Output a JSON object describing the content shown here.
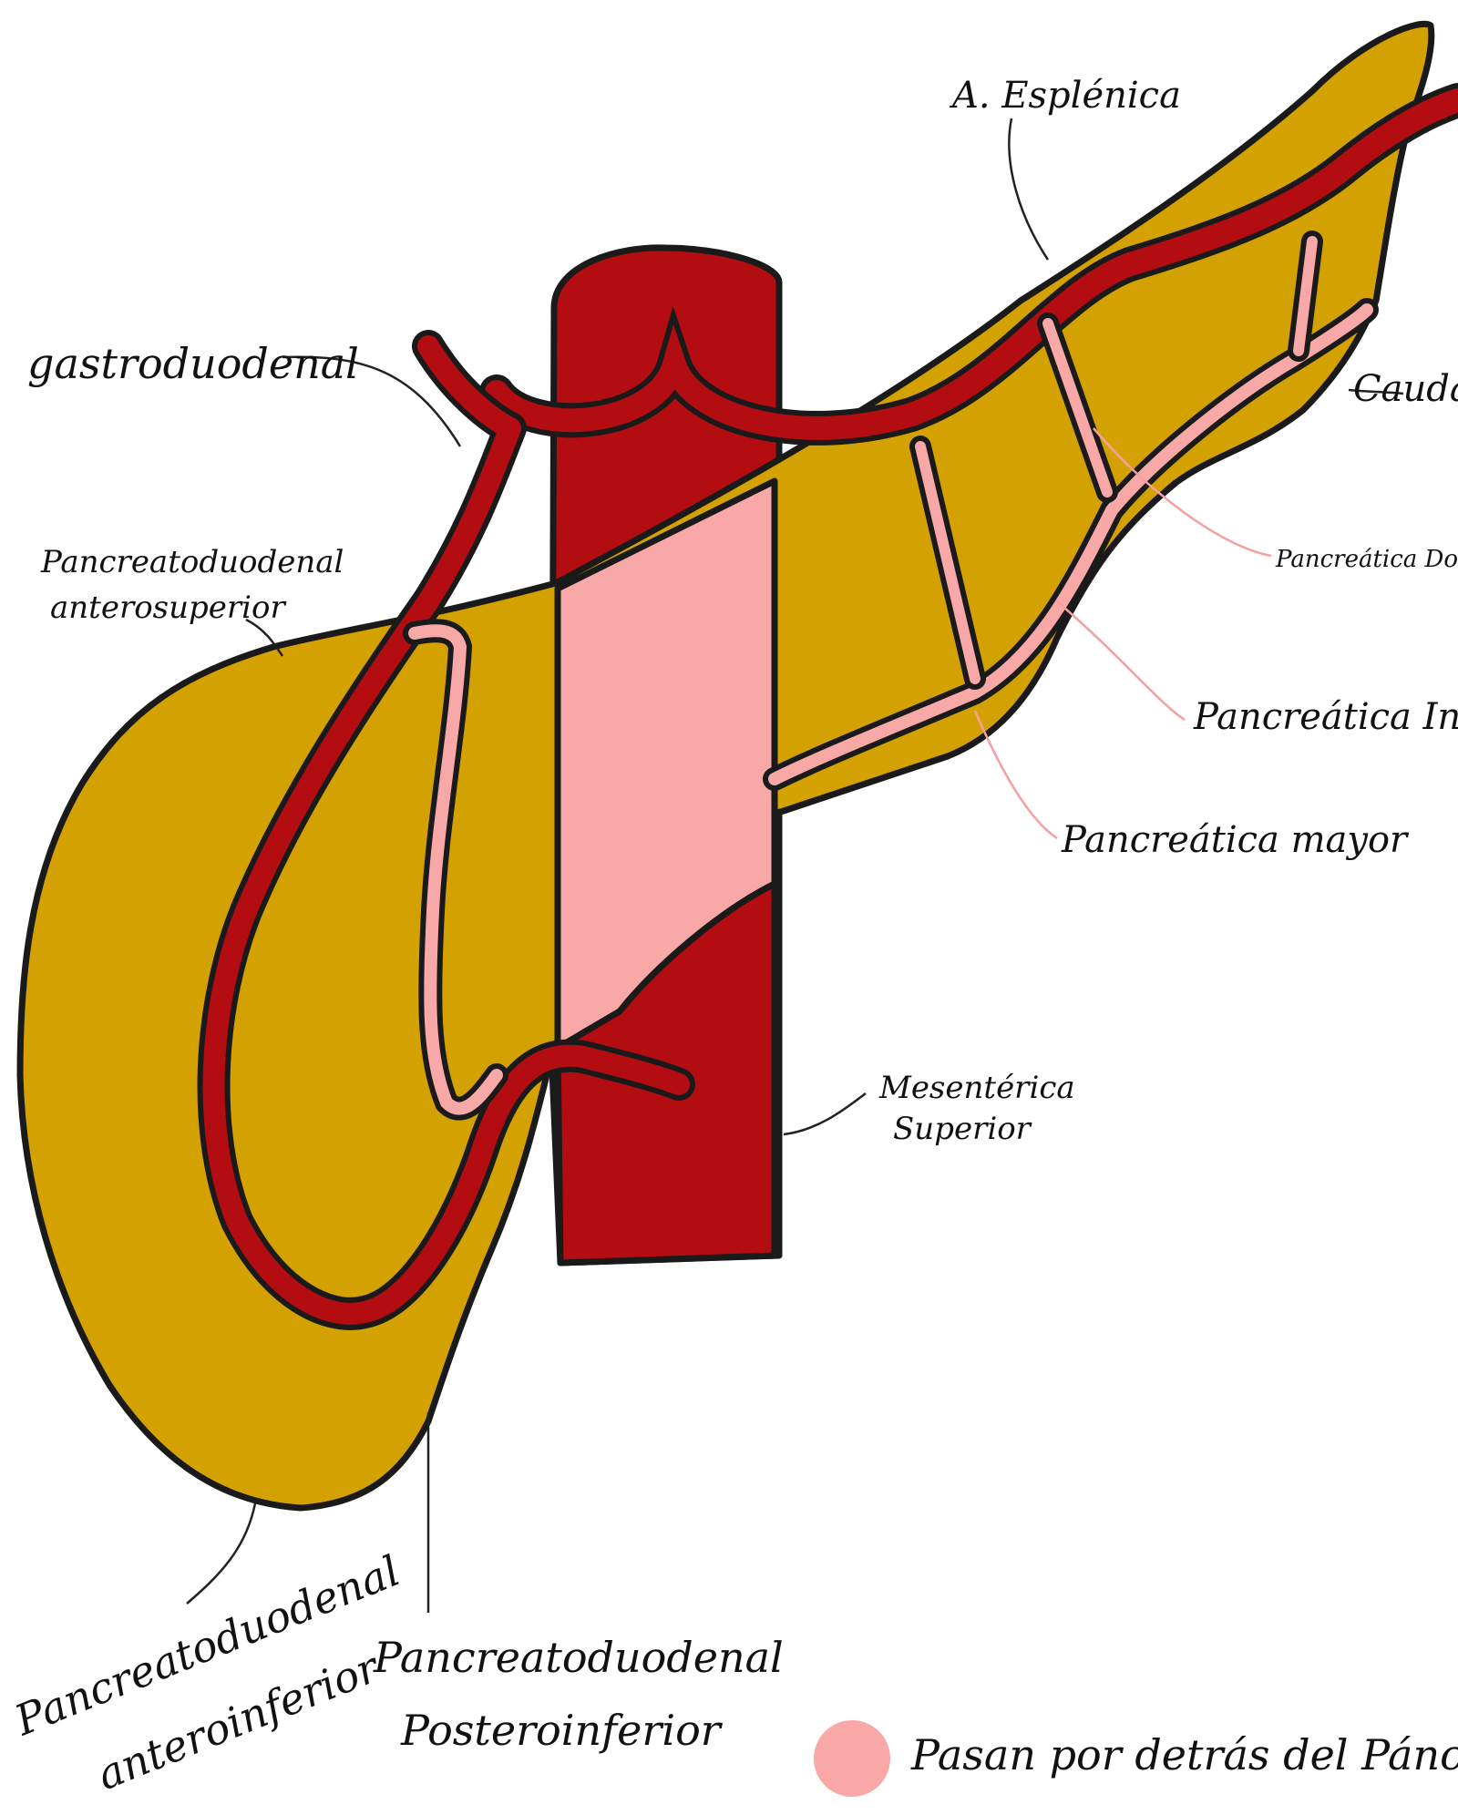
{
  "colors": {
    "pancreas": "#d4a200",
    "artery": "#b30d12",
    "posterior_artery": "#f9a8a8",
    "outline": "#1a1a1a",
    "background": "#ffffff"
  },
  "labels": {
    "esplenica": "A. Esplénica",
    "gastroduodenal": "gastroduodenal",
    "caudal": "Caudal",
    "pancreatica_dorsal": "Pancreática Dorsal",
    "pancreatica_inferior": "Pancreática Inferior",
    "pancreatica_mayor": "Pancreática mayor",
    "mesenterica_superior_line1": "Mesentérica",
    "mesenterica_superior_line2": "Superior",
    "antero_superior_line1": "Pancreatoduodenal",
    "antero_superior_line2": "anterosuperior",
    "antero_inferior_line1": "Pancreatoduodenal",
    "antero_inferior_line2": "anteroinferior",
    "postero_inferior_line1": "Pancreatoduodenal",
    "postero_inferior_line2": "Posteroinferior"
  },
  "legend": {
    "text": "Pasan por detrás del Páncreas",
    "swatch_color": "#f9a8a8"
  }
}
